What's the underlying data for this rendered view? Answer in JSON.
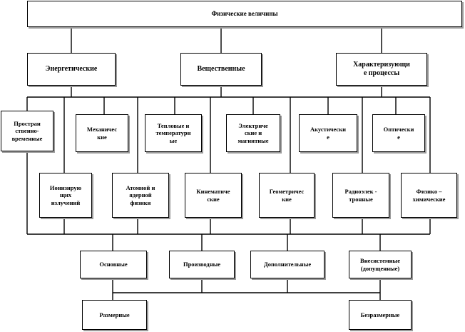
{
  "title": "Физические величины",
  "level1": {
    "energy": "Энергетические",
    "substance": "Вещественные",
    "process": "Характеризующи\nе процессы"
  },
  "groups": {
    "spacetime": "Простран\nственно-\nвременные",
    "mechanical": "Механичес\nкие",
    "thermal": "Тепловые и\nтемпературн\nые",
    "electric": "Электриче\nские и\nмагнитные",
    "acoustic": "Акустически\nе",
    "optical": "Оптически\nе",
    "ionizing": "Ионизирую\nщих\nизлучений",
    "atomic": "Атомной и\nядерной\nфизики",
    "kinematic": "Кинематиче\nские",
    "geometric": "Геометричес\nкие",
    "radio": "Радиоэлек -\nтронные",
    "physchem": "Физико –\nхимические"
  },
  "classes": {
    "basic": "Основные",
    "derived": "Производные",
    "additional": "Дополнительные",
    "nonsystem": "Внесистемные\n(допущенные)"
  },
  "dimension": {
    "dimensional": "Размерные",
    "dimensionless": "Безразмерные"
  }
}
